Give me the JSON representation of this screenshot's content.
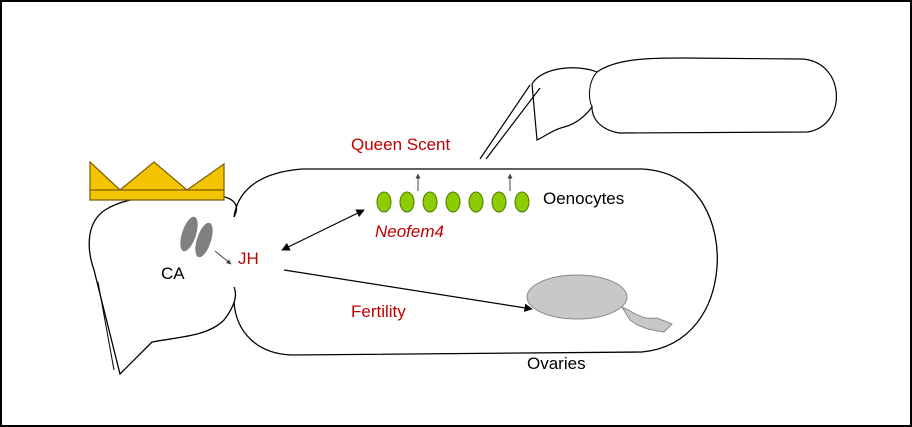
{
  "labels": {
    "queen_scent": "Queen Scent",
    "oenocytes": "Oenocytes",
    "neofem4": "Neofem4",
    "ca": "CA",
    "jh": "JH",
    "fertility": "Fertility",
    "ovaries": "Ovaries"
  },
  "colors": {
    "red_text": "#c00000",
    "crown_fill": "#f5c400",
    "crown_stroke": "#7a5c00",
    "oenocyte_fill": "#8ccc00",
    "oenocyte_stroke": "#4f7a00",
    "gland_fill": "#808080",
    "ovary_fill": "#c8c8c8"
  },
  "icons": {
    "crown": "crown-icon",
    "corpora_allata": "corpora-allata-glands",
    "oenocytes": "oenocyte-cells",
    "ovaries": "ovary-organ"
  },
  "oenocyte_count": 7
}
